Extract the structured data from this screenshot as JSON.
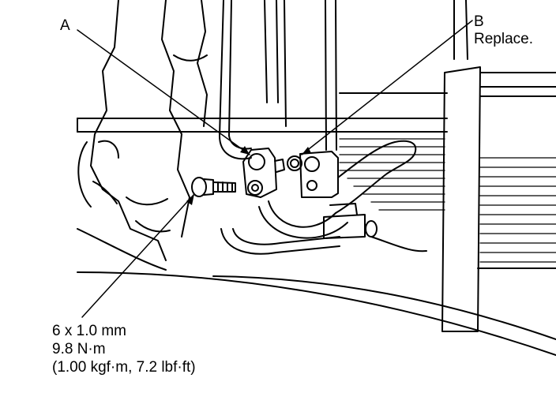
{
  "labels": {
    "a": "A",
    "b_letter": "B",
    "b_note": "Replace."
  },
  "bolt_spec": {
    "size": "6 x 1.0 mm",
    "torque_nm": "9.8 N·m",
    "torque_alt": "(1.00 kgf·m, 7.2 lbf·ft)"
  }
}
